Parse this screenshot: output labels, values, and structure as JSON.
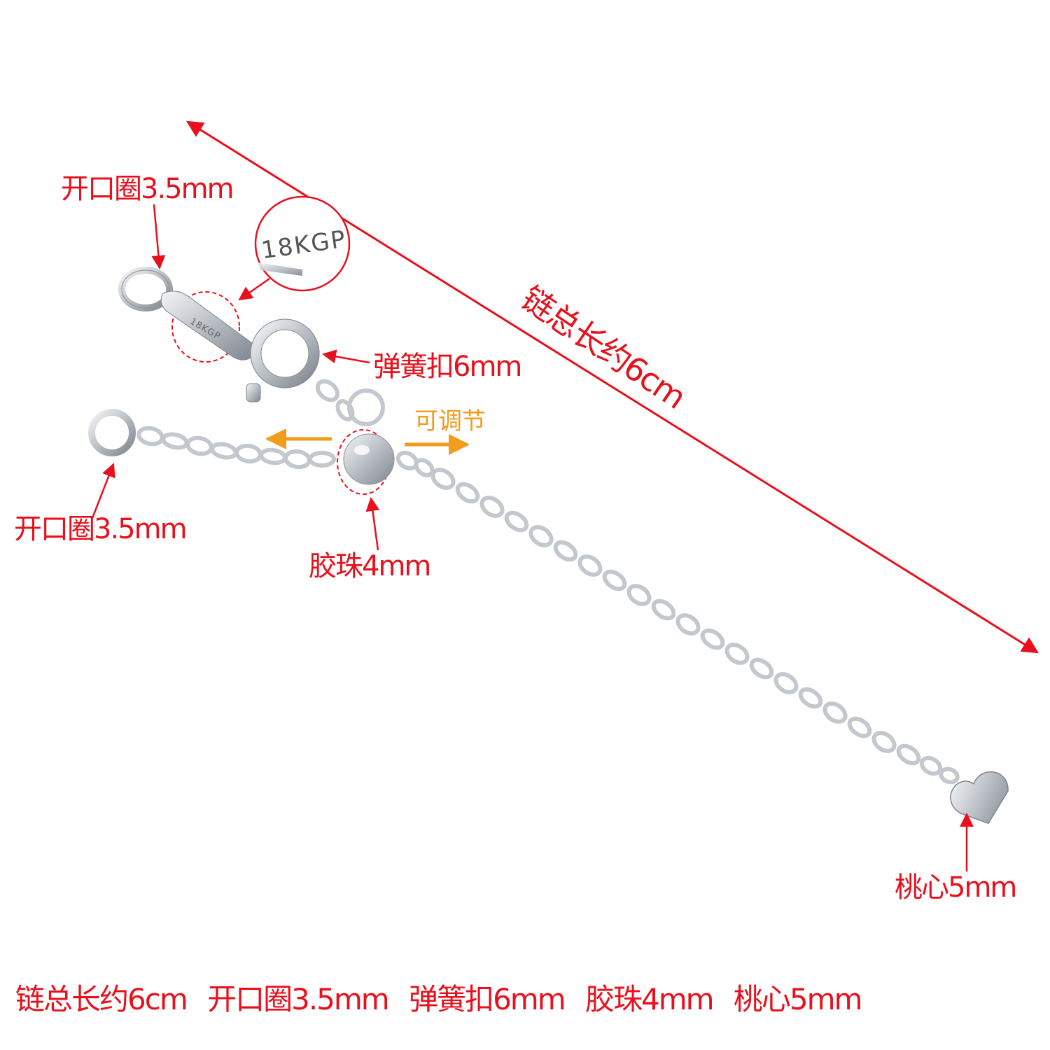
{
  "labels": {
    "ring_top": "开口圈3.5mm",
    "ring_left": "开口圈3.5mm",
    "clasp": "弹簧扣6mm",
    "adjustable": "可调节",
    "bead": "胶珠4mm",
    "heart": "桃心5mm",
    "total_length": "链总长约6cm"
  },
  "stamp": "18KGP",
  "summary": [
    "链总长约6cm",
    "开口圈3.5mm",
    "弹簧扣6mm",
    "胶珠4mm",
    "桃心5mm"
  ],
  "colors": {
    "annotation": "#e8101c",
    "adjust_arrow": "#f19c1c",
    "metal": "#c9cdd2"
  }
}
